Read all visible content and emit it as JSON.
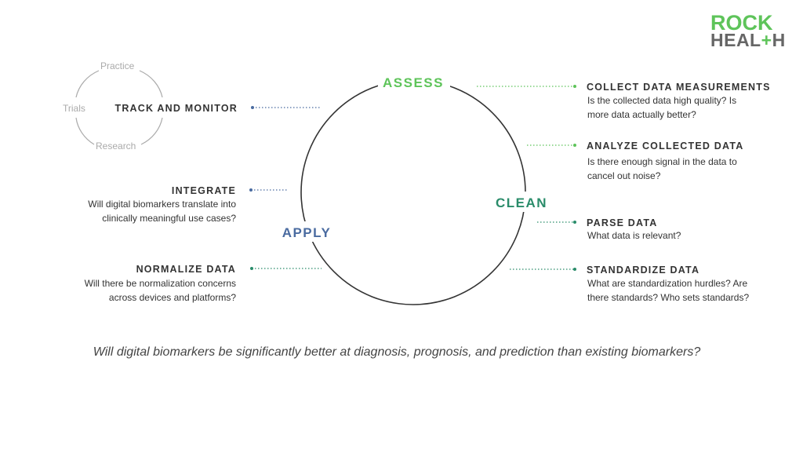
{
  "logo": {
    "line1": "ROCK",
    "line2_a": "HEAL",
    "line2_plus": "+",
    "line2_b": "H"
  },
  "stages": {
    "assess": "ASSESS",
    "clean": "CLEAN",
    "apply": "APPLY"
  },
  "mini_cycle": {
    "top": "Practice",
    "left": "Trials",
    "bottom": "Research"
  },
  "left_items": [
    {
      "heading": "TRACK AND MONITOR",
      "desc_lines": []
    },
    {
      "heading": "INTEGRATE",
      "desc_lines": [
        "Will digital biomarkers translate into",
        "clinically meaningful use cases?"
      ]
    },
    {
      "heading": "NORMALIZE DATA",
      "desc_lines": [
        "Will there be normalization concerns",
        "across devices and platforms?"
      ]
    }
  ],
  "right_items": [
    {
      "heading": "COLLECT DATA MEASUREMENTS",
      "desc_lines": [
        "Is the collected data high quality? Is",
        "more data actually better?"
      ]
    },
    {
      "heading": "ANALYZE COLLECTED DATA",
      "desc_lines": [
        "Is there enough signal in the data to",
        "cancel out noise?"
      ]
    },
    {
      "heading": "PARSE DATA",
      "desc_lines": [
        "What data is relevant?"
      ]
    },
    {
      "heading": "STANDARDIZE DATA",
      "desc_lines": [
        "What are standardization hurdles? Are",
        "there standards? Who sets standards?"
      ]
    }
  ],
  "question": "Will digital biomarkers be significantly better at diagnosis, prognosis, and prediction than existing biomarkers?",
  "colors": {
    "assess": "#5ec45a",
    "clean": "#2a8c6a",
    "apply": "#4a6ba0",
    "circle": "#333333",
    "mini_circle": "#aaaaaa"
  }
}
